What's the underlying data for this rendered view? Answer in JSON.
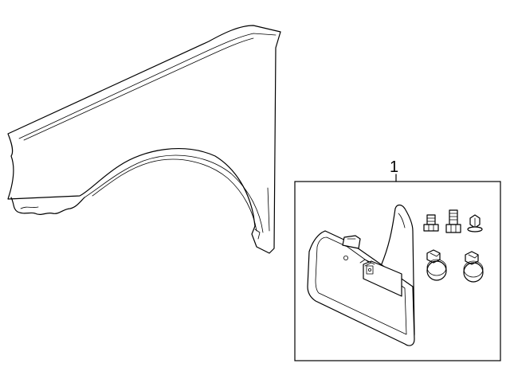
{
  "diagram": {
    "callouts": [
      {
        "id": "kit",
        "label": "1"
      }
    ],
    "parts": [
      {
        "name": "fender",
        "callout": ""
      },
      {
        "name": "mud-flap-kit-box",
        "callout": "1"
      },
      {
        "name": "mud-flap",
        "callout": "1"
      },
      {
        "name": "hex-bolt",
        "callout": "1"
      },
      {
        "name": "long-screw",
        "callout": "1"
      },
      {
        "name": "flange-nut",
        "callout": "1"
      },
      {
        "name": "hose-clamp",
        "callout": "1"
      }
    ],
    "colors": {
      "line": "#000000",
      "background": "#ffffff"
    }
  }
}
